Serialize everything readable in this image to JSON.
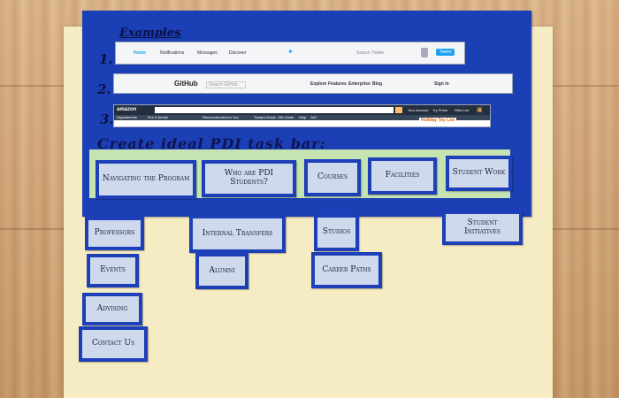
{
  "poster": {
    "title": "Examples",
    "numbers": [
      "1.",
      "2.",
      "3."
    ],
    "subheading": "Create ideal PDI task bar:"
  },
  "examples": {
    "twitter": {
      "items": [
        "Home",
        "Notifications",
        "Messages",
        "Discover"
      ],
      "search": "Search Twitter",
      "button": "Tweet",
      "logo": "twitter-bird-icon"
    },
    "github": {
      "logo": "GitHub",
      "search": "Search GitHub",
      "nav": [
        "Explore",
        "Features",
        "Enterprise",
        "Blog"
      ],
      "signin": "Sign in"
    },
    "amazon": {
      "logo": "amazon",
      "row2": [
        "Departments",
        "Fire & Kindle",
        "Recommended for You",
        "Today's Deals",
        "Gift Cards",
        "Help",
        "Sell"
      ],
      "right": [
        "Your Account",
        "Try Prime",
        "Wish List"
      ],
      "promo": "Holiday Toy List",
      "cart": "cart-icon"
    }
  },
  "taskbar": {
    "top": [
      "Navigating the Program",
      "Who are PDI Students?",
      "Courses",
      "Facilities",
      "Student Work"
    ],
    "sub": [
      "Professors",
      "Events",
      "Advising",
      "Contact Us",
      "Internal Transfers",
      "Alumni",
      "Studios",
      "Career Paths",
      "Student Initiatives"
    ]
  },
  "colors": {
    "board": "#1b3fb5",
    "poster": "#f6ecc3",
    "card": "#ced9ec",
    "green": "#c6e3b2"
  }
}
